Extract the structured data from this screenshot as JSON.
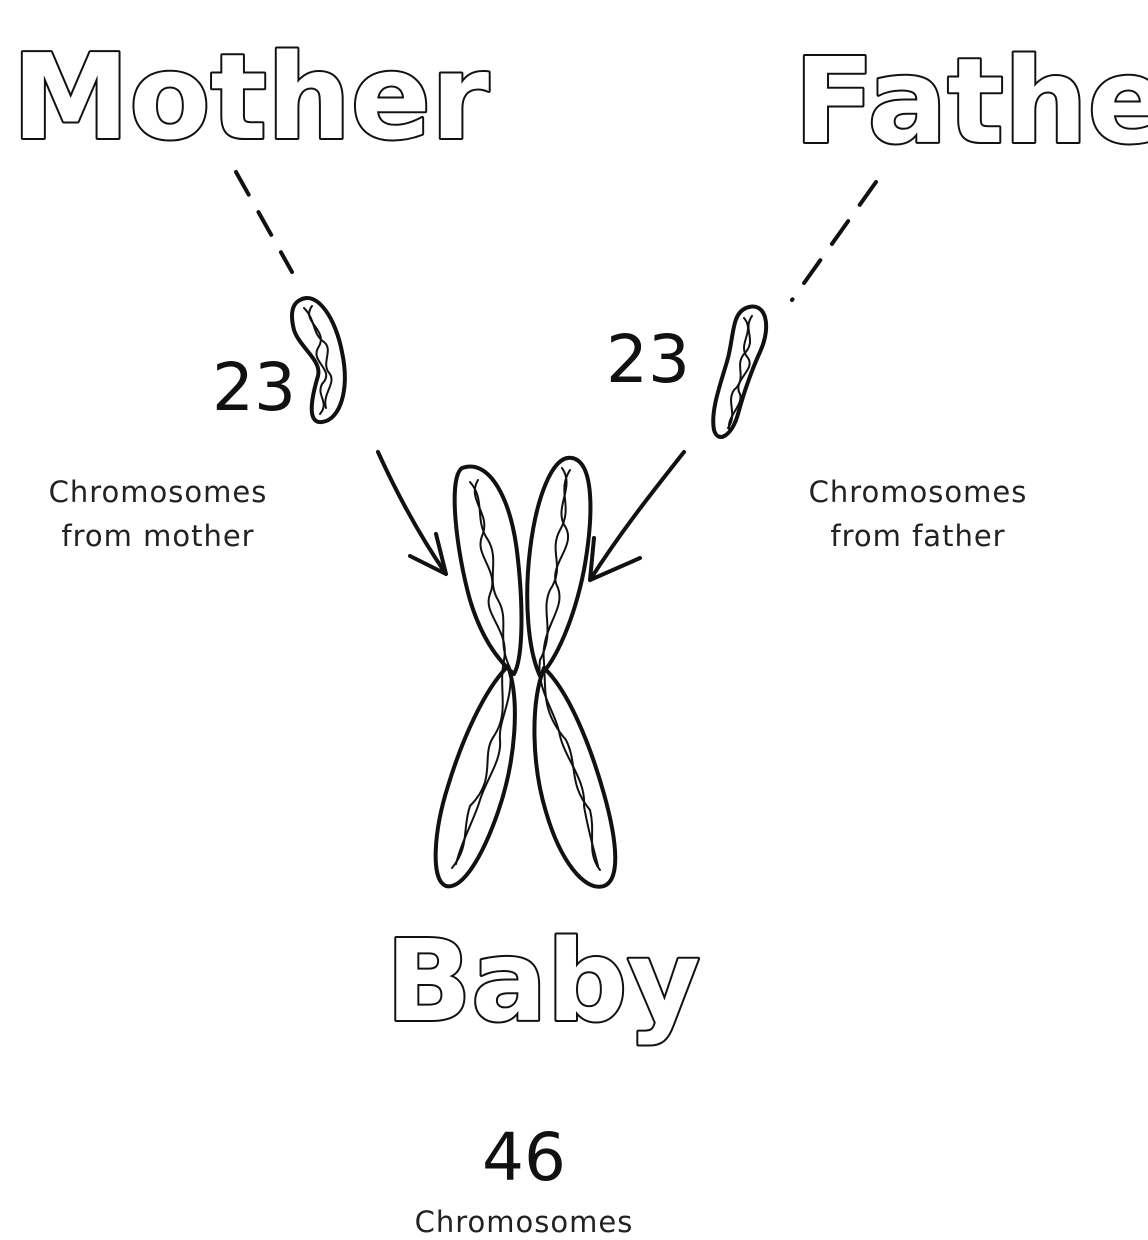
{
  "labels": {
    "mother": "Mother",
    "father": "Father",
    "baby": "Baby"
  },
  "counts": {
    "mother": "23",
    "father": "23",
    "baby": "46"
  },
  "captions": {
    "mother_line1": "Chromosomes",
    "mother_line2": "from mother",
    "father_line1": "Chromosomes",
    "father_line2": "from father",
    "baby": "Chromosomes"
  },
  "colors": {
    "ink": "#111111",
    "background": "#ffffff"
  }
}
